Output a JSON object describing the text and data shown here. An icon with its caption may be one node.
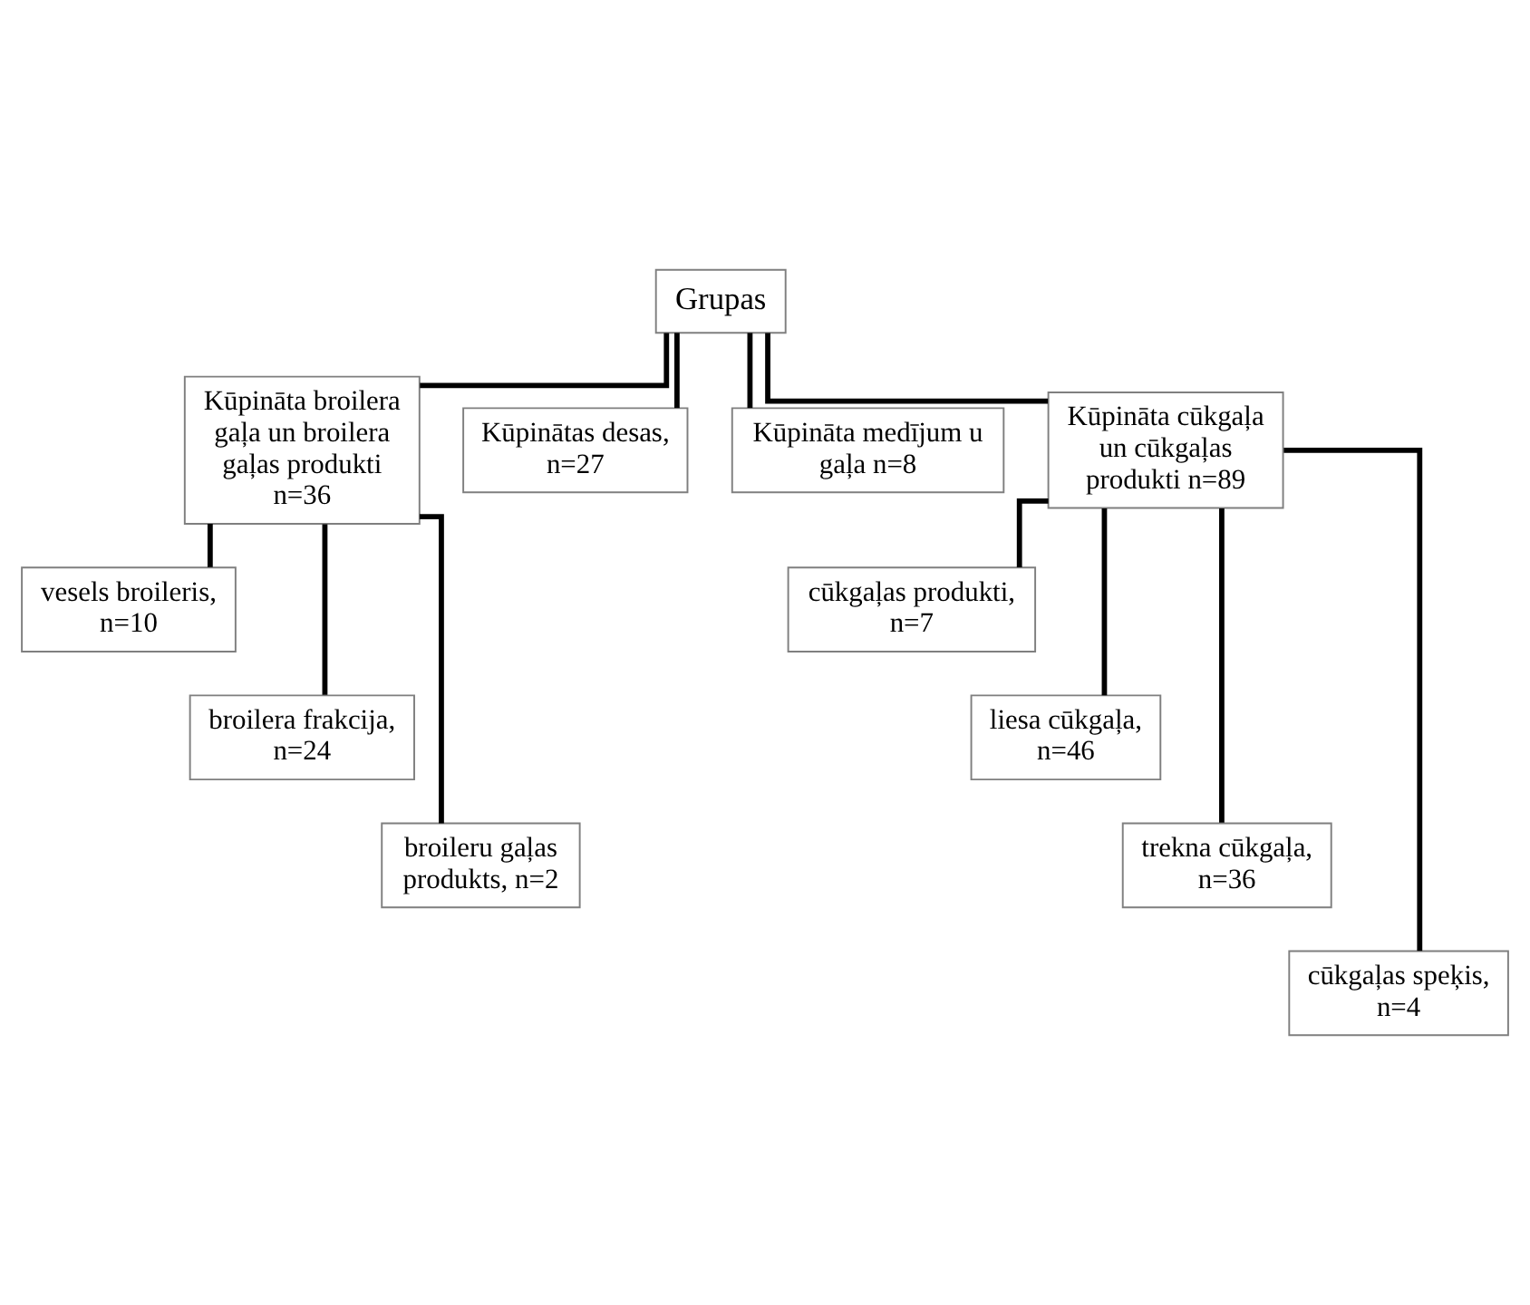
{
  "diagram": {
    "nodes": [
      {
        "text": [
          "Grupas"
        ]
      },
      {
        "text": [
          "Kūpināta broilera gaļa un broilera gaļas produkti n=36"
        ]
      },
      {
        "text": [
          "Kūpinātas desas, n=27"
        ]
      },
      {
        "text": [
          "Kūpināta medījum u gaļa n=8"
        ]
      },
      {
        "text": [
          "Kūpināta cūkgaļa un cūkgaļas produkti n=89"
        ]
      },
      {
        "text": [
          "vesels broileris, n=10"
        ]
      },
      {
        "text": [
          "broilera frakcija, n=24"
        ]
      },
      {
        "text": [
          "broileru gaļas produkts, n=2"
        ]
      },
      {
        "text": [
          "cūkgaļas produkti, n=7"
        ]
      },
      {
        "text": [
          "liesa cūkgaļa, n=46"
        ]
      },
      {
        "text": [
          "trekna cūkgaļa, n=36"
        ]
      },
      {
        "text": [
          "cūkgaļas speķis, n=4"
        ]
      }
    ],
    "edges": [
      {
        "from": 0,
        "to": 1,
        "arrow": "none"
      },
      {
        "from": 0,
        "to": 2,
        "arrow": "none"
      },
      {
        "from": 0,
        "to": 3,
        "arrow": "none"
      },
      {
        "from": 0,
        "to": 4,
        "arrow": "none"
      },
      {
        "from": 1,
        "to": 5,
        "arrow": "none"
      },
      {
        "from": 1,
        "to": 6,
        "arrow": "none"
      },
      {
        "from": 1,
        "to": 7,
        "arrow": "none"
      },
      {
        "from": 4,
        "to": 8,
        "arrow": "none"
      },
      {
        "from": 4,
        "to": 9,
        "arrow": "none"
      },
      {
        "from": 4,
        "to": 10,
        "arrow": "none"
      },
      {
        "from": 4,
        "to": 11,
        "arrow": "none"
      }
    ]
  }
}
